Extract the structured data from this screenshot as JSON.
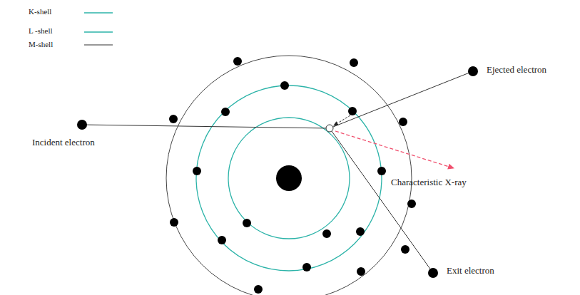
{
  "diagram": {
    "labels": [
      "Incident electron",
      "Ejected electron",
      "Characteristic X-ray",
      "Exit electron"
    ],
    "legend": [
      {
        "text": "K-shell"
      },
      {
        "text": "L -shell"
      },
      {
        "text": "M-shell"
      }
    ]
  }
}
